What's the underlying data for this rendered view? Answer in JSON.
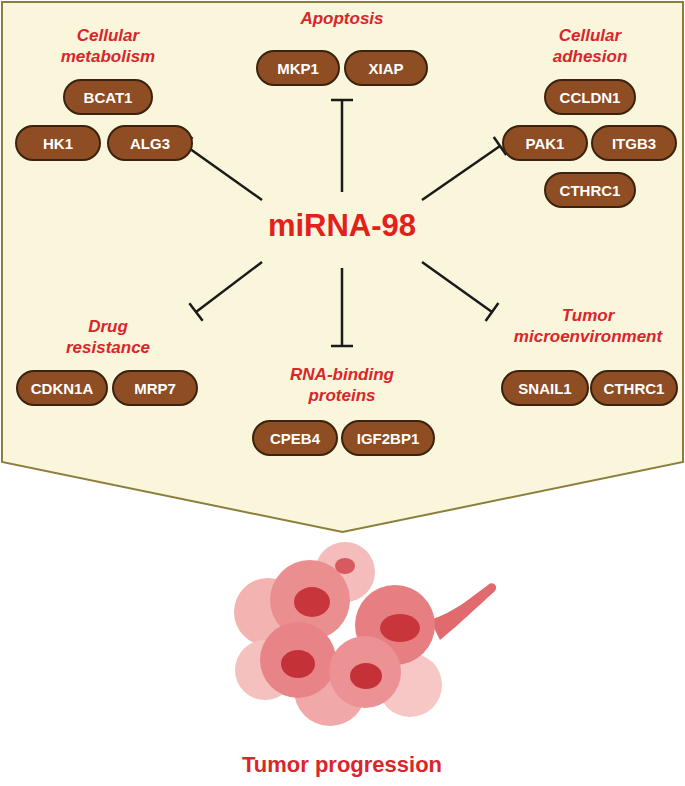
{
  "diagram": {
    "nodes": [
      {
        "text": [
          "miRNA-98"
        ]
      },
      {
        "text": [
          "BCAT1"
        ],
        "in": 0
      },
      {
        "text": [
          "HK1"
        ],
        "in": 0
      },
      {
        "text": [
          "ALG3"
        ],
        "in": 0
      },
      {
        "text": [
          "MKP1"
        ],
        "in": 0
      },
      {
        "text": [
          "XIAP"
        ],
        "in": 0
      },
      {
        "text": [
          "CCLDN1"
        ],
        "in": 0
      },
      {
        "text": [
          "PAK1"
        ],
        "in": 0
      },
      {
        "text": [
          "ITGB3"
        ],
        "in": 0
      },
      {
        "text": [
          "CTHRC1"
        ],
        "in": 0
      },
      {
        "text": [
          "CDKN1A"
        ],
        "in": 0
      },
      {
        "text": [
          "MRP7"
        ],
        "in": 0
      },
      {
        "text": [
          "CPEB4"
        ],
        "in": 0
      },
      {
        "text": [
          "IGF2BP1"
        ],
        "in": 0
      },
      {
        "text": [
          "SNAIL1"
        ],
        "in": 0
      },
      {
        "text": [
          "CTHRC1"
        ],
        "in": 0
      }
    ],
    "labels": [
      "Cellular metabolism",
      "Apoptosis",
      "Cellular adhesion",
      "Drug resistance",
      "RNA-binding proteins",
      "Tumor microenvironment",
      "Tumor progression"
    ]
  }
}
